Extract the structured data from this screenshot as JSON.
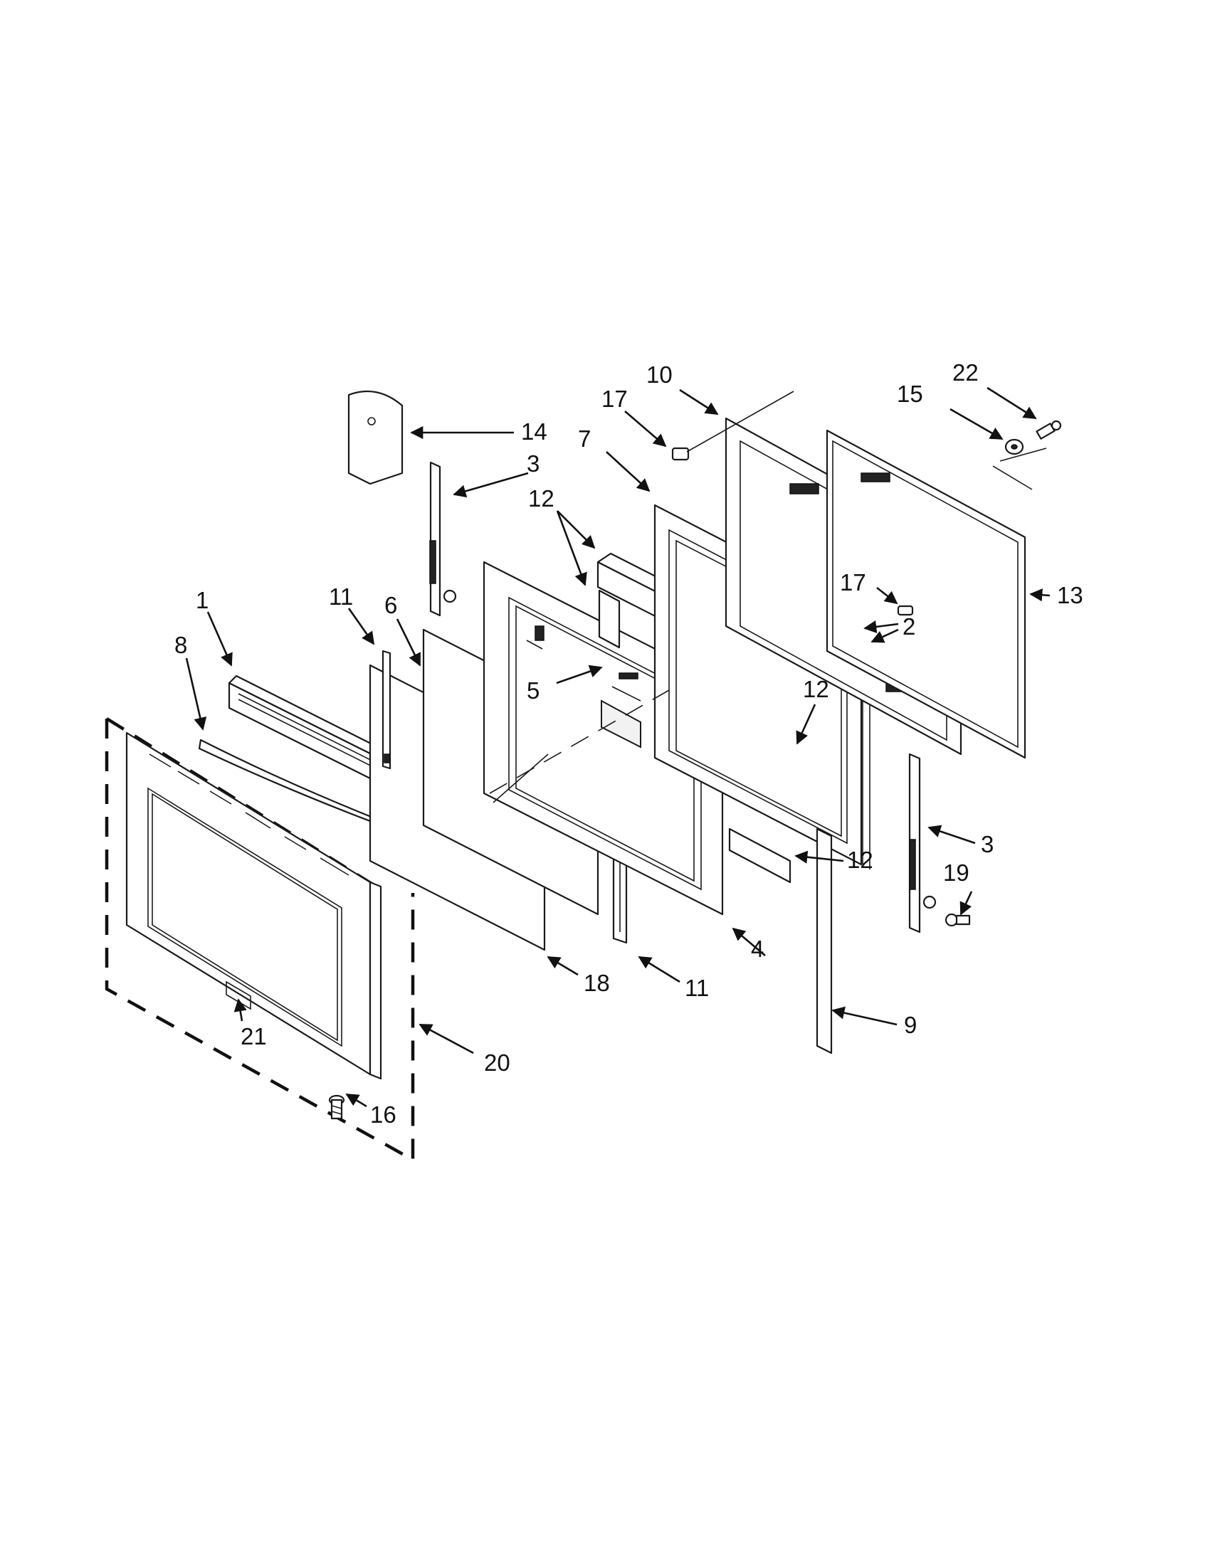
{
  "callouts": {
    "c1": "1",
    "c2": "2",
    "c3a": "3",
    "c3b": "3",
    "c4": "4",
    "c5": "5",
    "c6": "6",
    "c7": "7",
    "c8": "8",
    "c9": "9",
    "c10": "10",
    "c11a": "11",
    "c11b": "11",
    "c12a": "12",
    "c12b": "12",
    "c12c": "12",
    "c13": "13",
    "c14": "14",
    "c15": "15",
    "c16": "16",
    "c17a": "17",
    "c17b": "17",
    "c18": "18",
    "c19": "19",
    "c20": "20",
    "c21": "21",
    "c22": "22"
  },
  "colors": {
    "line": "#1a1a1a",
    "background": "#ffffff"
  }
}
